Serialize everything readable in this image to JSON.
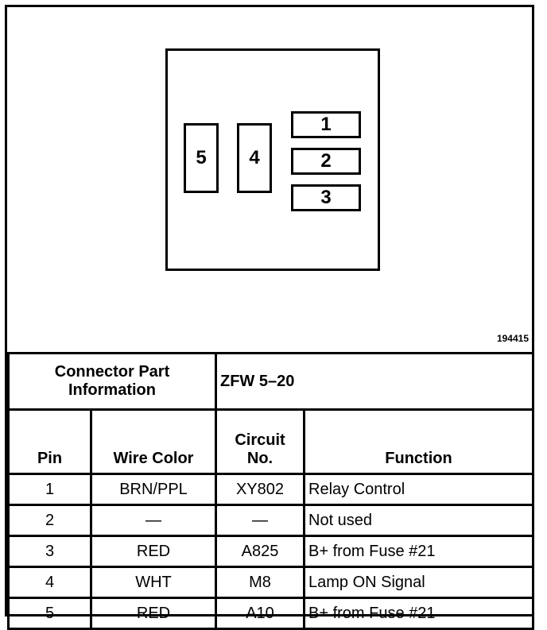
{
  "diagram": {
    "pins": [
      "1",
      "2",
      "3",
      "4",
      "5"
    ],
    "figure_number": "194415"
  },
  "connector_info": {
    "label_line1": "Connector Part",
    "label_line2": "Information",
    "value": "ZFW 5–20"
  },
  "table": {
    "headers": {
      "pin": "Pin",
      "wire_color": "Wire Color",
      "circuit_line1": "Circuit",
      "circuit_line2": "No.",
      "function": "Function"
    },
    "rows": [
      {
        "pin": "1",
        "wire_color": "BRN/PPL",
        "circuit": "XY802",
        "function": "Relay Control"
      },
      {
        "pin": "2",
        "wire_color": "—",
        "circuit": "—",
        "function": "Not used"
      },
      {
        "pin": "3",
        "wire_color": "RED",
        "circuit": "A825",
        "function": "B+ from Fuse #21"
      },
      {
        "pin": "4",
        "wire_color": "WHT",
        "circuit": "M8",
        "function": "Lamp ON Signal"
      },
      {
        "pin": "5",
        "wire_color": "RED",
        "circuit": "A10",
        "function": "B+ from Fuse #21"
      }
    ]
  }
}
